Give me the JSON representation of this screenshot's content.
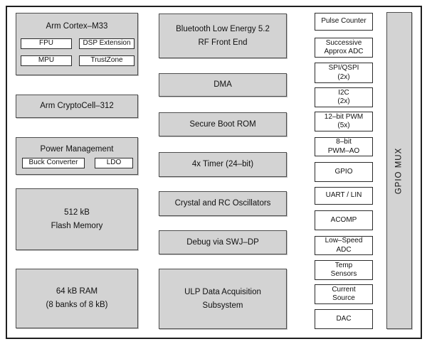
{
  "colors": {
    "block_fill": "#d3d3d3",
    "block_border": "#4d4d4d",
    "box_fill": "#ffffff",
    "box_border": "#2b2b2b",
    "outer_border": "#1f1f1f",
    "text": "#111111"
  },
  "left": {
    "cortex_title": "Arm Cortex–M33",
    "fpu": "FPU",
    "dsp": "DSP Extension",
    "mpu": "MPU",
    "trustzone": "TrustZone",
    "cryptocell": "Arm CryptoCell–312",
    "power_title": "Power Management",
    "buck": "Buck Converter",
    "ldo": "LDO",
    "flash_l1": "512 kB",
    "flash_l2": "Flash Memory",
    "ram_l1": "64 kB RAM",
    "ram_l2": "(8 banks of 8 kB)"
  },
  "middle": {
    "ble_l1": "Bluetooth Low Energy 5.2",
    "ble_l2": "RF Front End",
    "dma": "DMA",
    "secure_boot": "Secure Boot ROM",
    "timer": "4x Timer (24–bit)",
    "oscillators": "Crystal and RC Oscillators",
    "debug": "Debug via SWJ–DP",
    "ulp_l1": "ULP Data Acquisition",
    "ulp_l2": "Subsystem"
  },
  "right": {
    "pulse_counter": "Pulse Counter",
    "sar_adc_l1": "Successive",
    "sar_adc_l2": "Approx ADC",
    "spi_l1": "SPI/QSPI",
    "spi_l2": "(2x)",
    "i2c_l1": "I2C",
    "i2c_l2": "(2x)",
    "pwm12_l1": "12–bit PWM",
    "pwm12_l2": "(5x)",
    "pwm8_l1": "8–bit",
    "pwm8_l2": "PWM–AO",
    "gpio": "GPIO",
    "uart": "UART / LIN",
    "acomp": "ACOMP",
    "ls_adc_l1": "Low–Speed",
    "ls_adc_l2": "ADC",
    "temp_l1": "Temp",
    "temp_l2": "Sensors",
    "current_l1": "Current",
    "current_l2": "Source",
    "dac": "DAC"
  },
  "gpio_mux": "GPIO MUX"
}
